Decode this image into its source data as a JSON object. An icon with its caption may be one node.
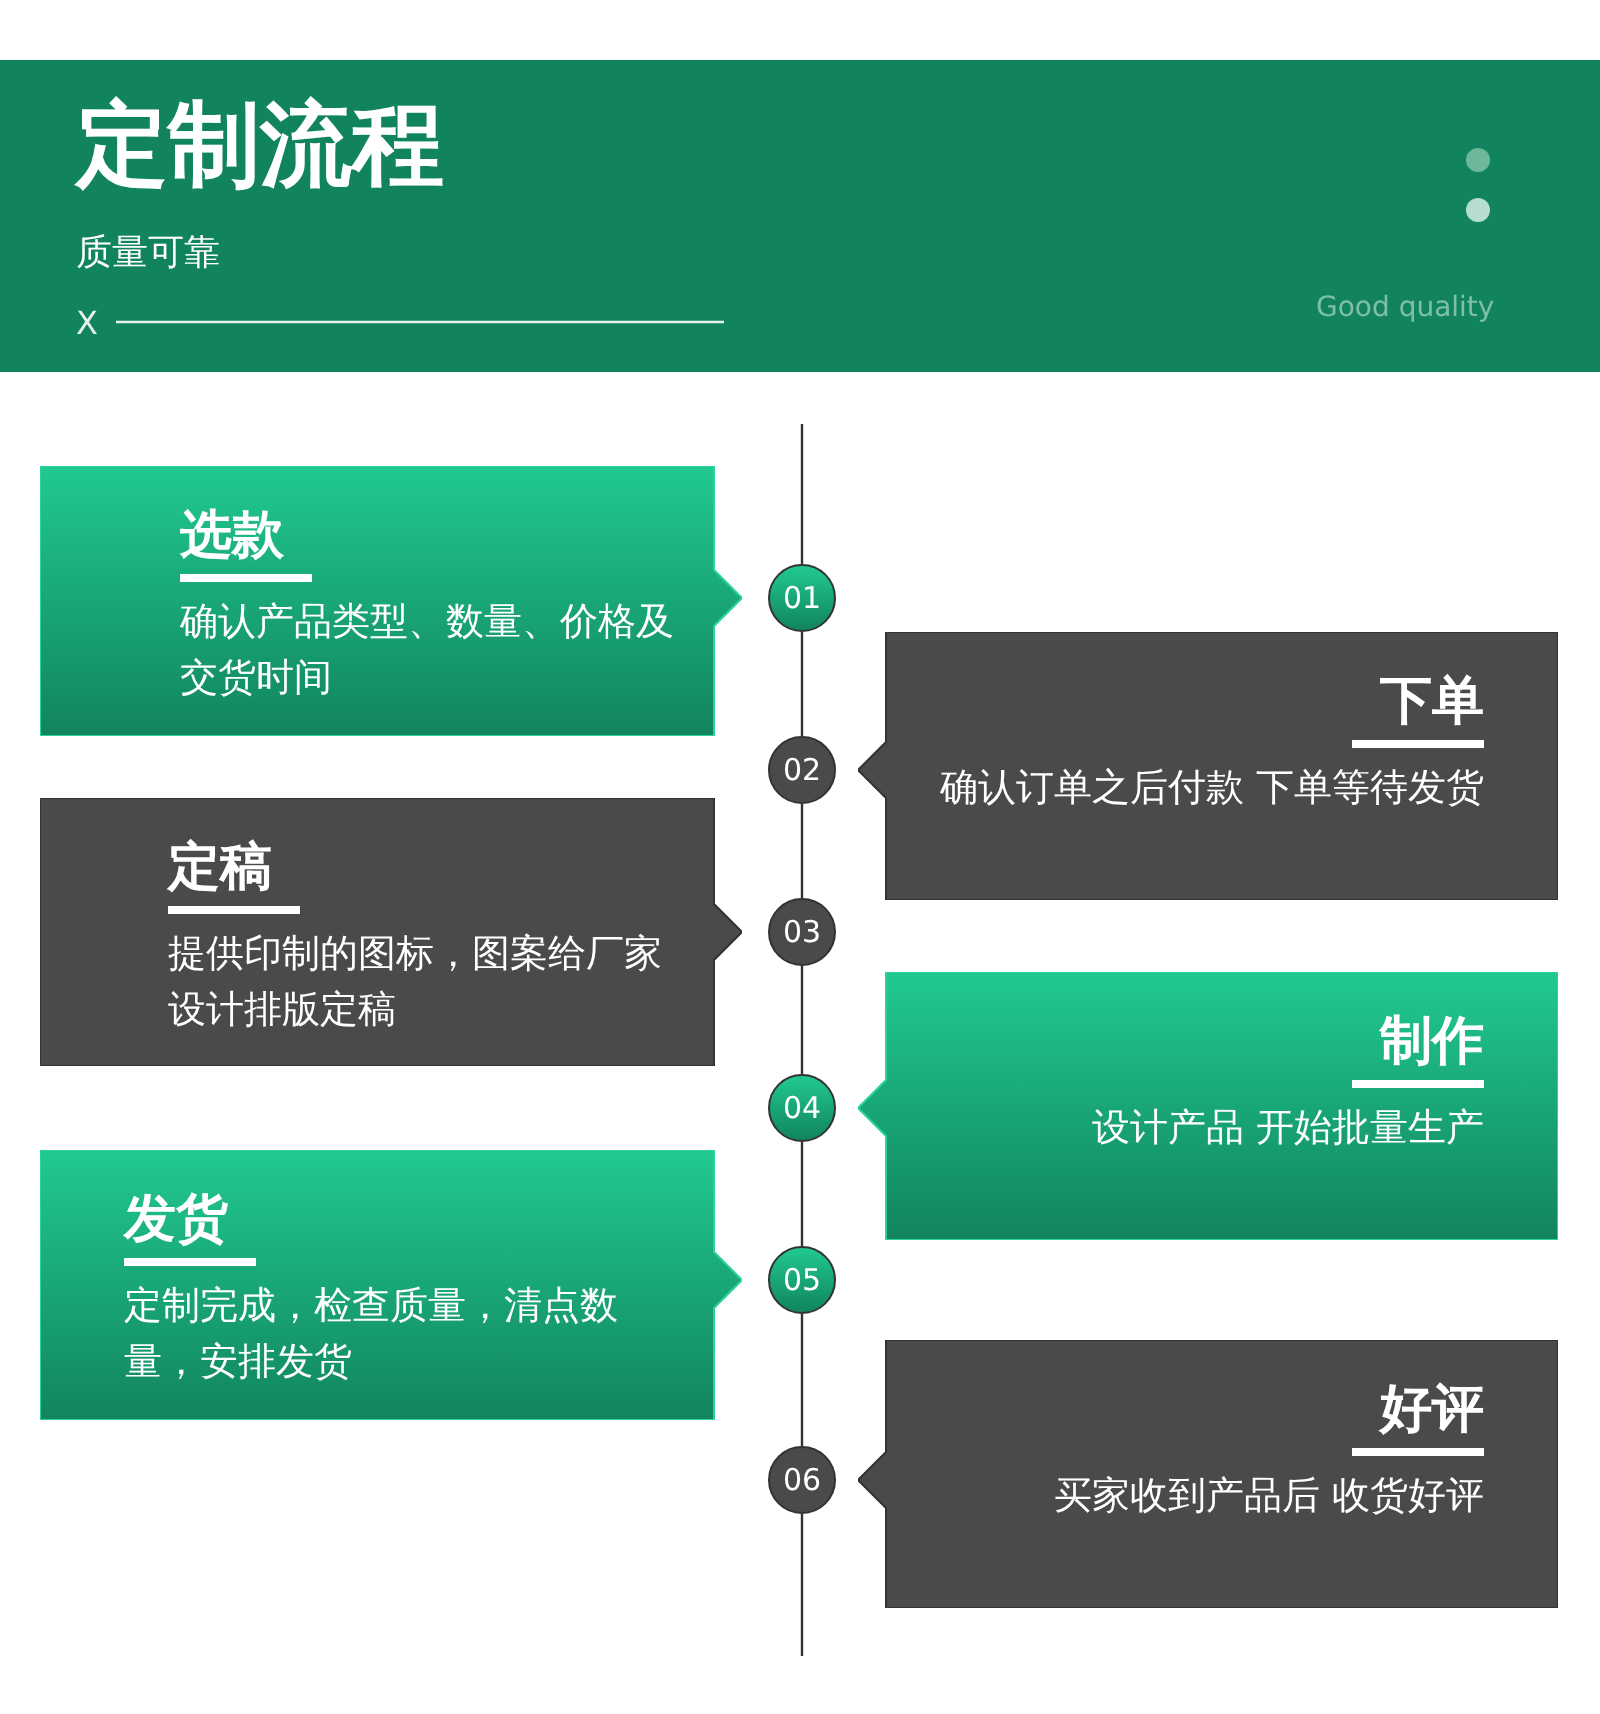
{
  "diagram": {
    "title": "定制流程",
    "nodes": [
      {
        "text": [
          "选款",
          "确认产品类型、数量、价格及交货时间"
        ]
      },
      {
        "text": [
          "01"
        ]
      },
      {
        "text": [
          "下单",
          "确认订单之后付款 下单等待发货"
        ]
      },
      {
        "text": [
          "02"
        ]
      },
      {
        "text": [
          "定稿",
          "提供印制的图标，图案给厂家设计排版定稿"
        ]
      },
      {
        "text": [
          "03"
        ]
      },
      {
        "text": [
          "制作",
          "设计产品 开始批量生产"
        ]
      },
      {
        "text": [
          "04"
        ]
      },
      {
        "text": [
          "发货",
          "定制完成，检查质量，清点数量，安排发货"
        ]
      },
      {
        "text": [
          "05"
        ]
      },
      {
        "text": [
          "好评",
          "买家收到产品后 收货好评"
        ]
      },
      {
        "text": [
          "06"
        ]
      }
    ],
    "edges": [
      {
        "from": 1,
        "to": 3,
        "arrow": "none"
      },
      {
        "from": 3,
        "to": 5,
        "arrow": "none"
      },
      {
        "from": 5,
        "to": 7,
        "arrow": "none"
      },
      {
        "from": 7,
        "to": 9,
        "arrow": "none"
      },
      {
        "from": 9,
        "to": 11,
        "arrow": "none"
      }
    ],
    "labels": [
      "质量可靠",
      "X",
      "Good quality"
    ]
  }
}
